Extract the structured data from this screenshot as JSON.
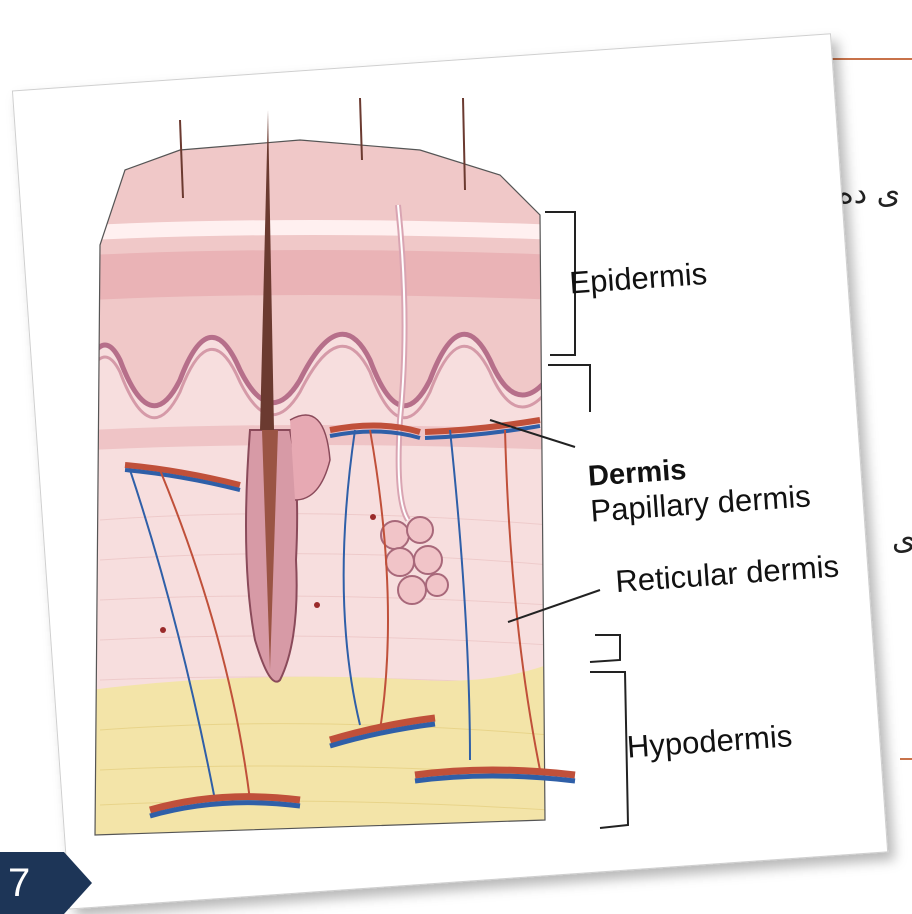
{
  "slide": {
    "page_number": "7",
    "bg_text_top": "ی ده",
    "bg_text_mid": "ی"
  },
  "diagram": {
    "labels": {
      "epidermis": "Epidermis",
      "dermis": "Dermis",
      "papillary": "Papillary dermis",
      "reticular": "Reticular dermis",
      "hypodermis": "Hypodermis"
    },
    "colors": {
      "epidermis": "#f0c8c8",
      "dermis": "#f7dede",
      "hypodermis": "#f3e4a8",
      "artery": "#c0503a",
      "vein": "#2f5fa8",
      "hair": "#8a4a3a"
    }
  }
}
